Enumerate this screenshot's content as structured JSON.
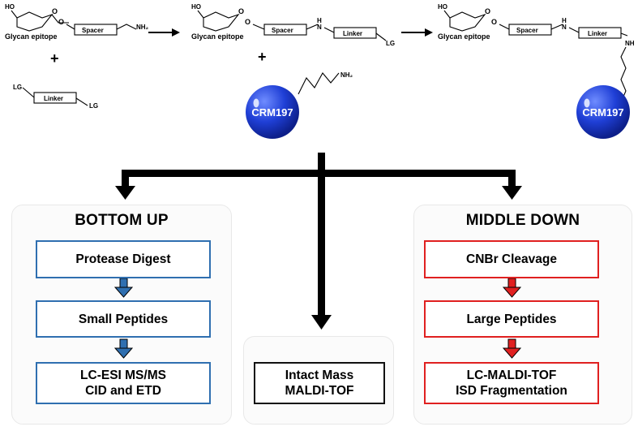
{
  "scheme": {
    "glycan_label": "Glycan epitope",
    "spacer_label": "Spacer",
    "linker_label": "Linker",
    "leaving_group": "LG",
    "hydroxyl": "HO",
    "amine_nh2": "NH₂",
    "amine_nh": "NH",
    "amine_h": "H",
    "amine_n": "N",
    "ring_oxygen": "O",
    "plus_sign": "+",
    "carrier_protein": "CRM197"
  },
  "bottom_up": {
    "title": "BOTTOM UP",
    "steps": [
      "Protease Digest",
      "Small Peptides",
      "LC-ESI MS/MS",
      "CID and ETD"
    ]
  },
  "intact": {
    "lines": [
      "Intact Mass",
      "MALDI-TOF"
    ]
  },
  "middle_down": {
    "title": "MIDDLE DOWN",
    "steps": [
      "CNBr Cleavage",
      "Large Peptides",
      "LC-MALDI-TOF",
      "ISD Fragmentation"
    ]
  },
  "colors": {
    "bottom_up_accent": "#2f6fb0",
    "middle_down_accent": "#e02020",
    "crm197": "#1f3fd6"
  }
}
